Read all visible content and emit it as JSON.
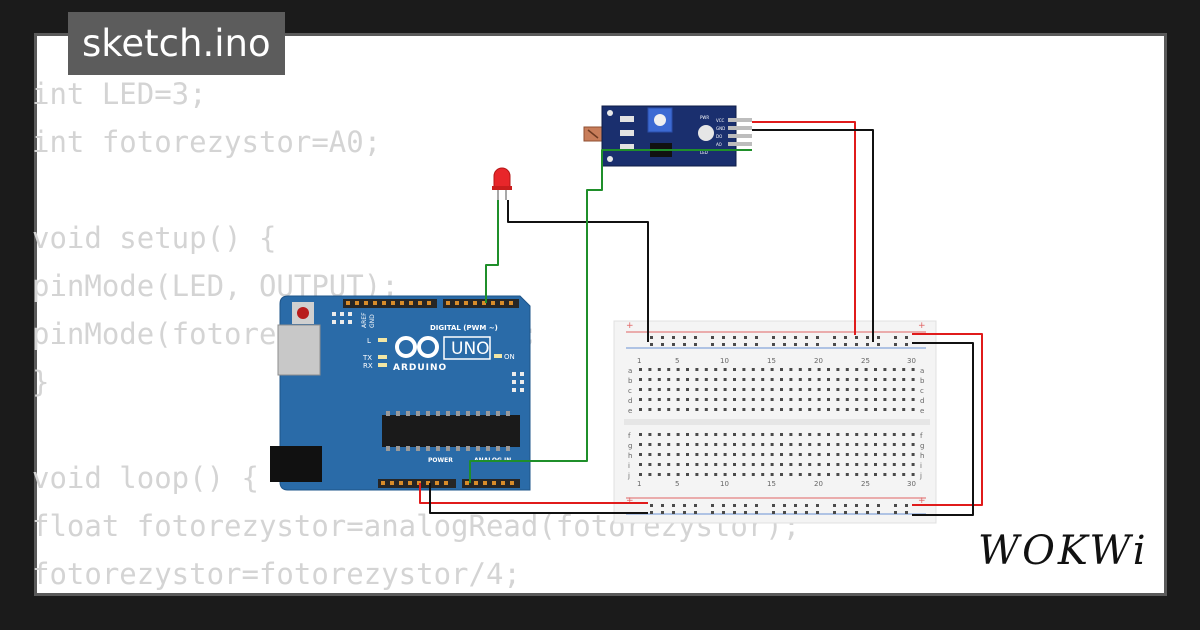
{
  "tab": {
    "filename": "sketch.ino"
  },
  "code": {
    "lines": [
      "int LED=3;",
      "int fotorezystor=A0;",
      "",
      "void setup() {",
      "pinMode(LED, OUTPUT);",
      "pinMode(fotorezystor, INPUT);",
      "}",
      "",
      "void loop() {",
      "float fotorezystor=analogRead(fotorezystor);",
      "fotorezystor=fotorezystor/4;"
    ]
  },
  "arduino": {
    "brand": "ARDUINO",
    "model": "UNO",
    "digital_label": "DIGITAL (PWM ~)",
    "power_label": "POWER",
    "analog_label": "ANALOG IN",
    "on_label": "ON",
    "l_label": "L",
    "tx_label": "TX",
    "rx_label": "RX",
    "aref_label": "AREF",
    "gnd_label": "GND"
  },
  "sensor": {
    "pins": [
      "VCC",
      "GND",
      "DO",
      "AO"
    ],
    "pwr_label": "PWR",
    "led_label": "LED"
  },
  "breadboard": {
    "col_numbers": [
      "1",
      "5",
      "10",
      "15",
      "20",
      "25",
      "30"
    ],
    "rows_top": [
      "a",
      "b",
      "c",
      "d",
      "e"
    ],
    "rows_bottom": [
      "f",
      "g",
      "h",
      "i",
      "j"
    ]
  },
  "logo": {
    "text": "WOKWi"
  },
  "colors": {
    "board_blue": "#2a6ba8",
    "sensor_blue": "#1a2f6e",
    "wire_red": "#e01b1b",
    "wire_black": "#111111",
    "wire_green": "#1f8f2a",
    "led_red": "#e8262a"
  }
}
